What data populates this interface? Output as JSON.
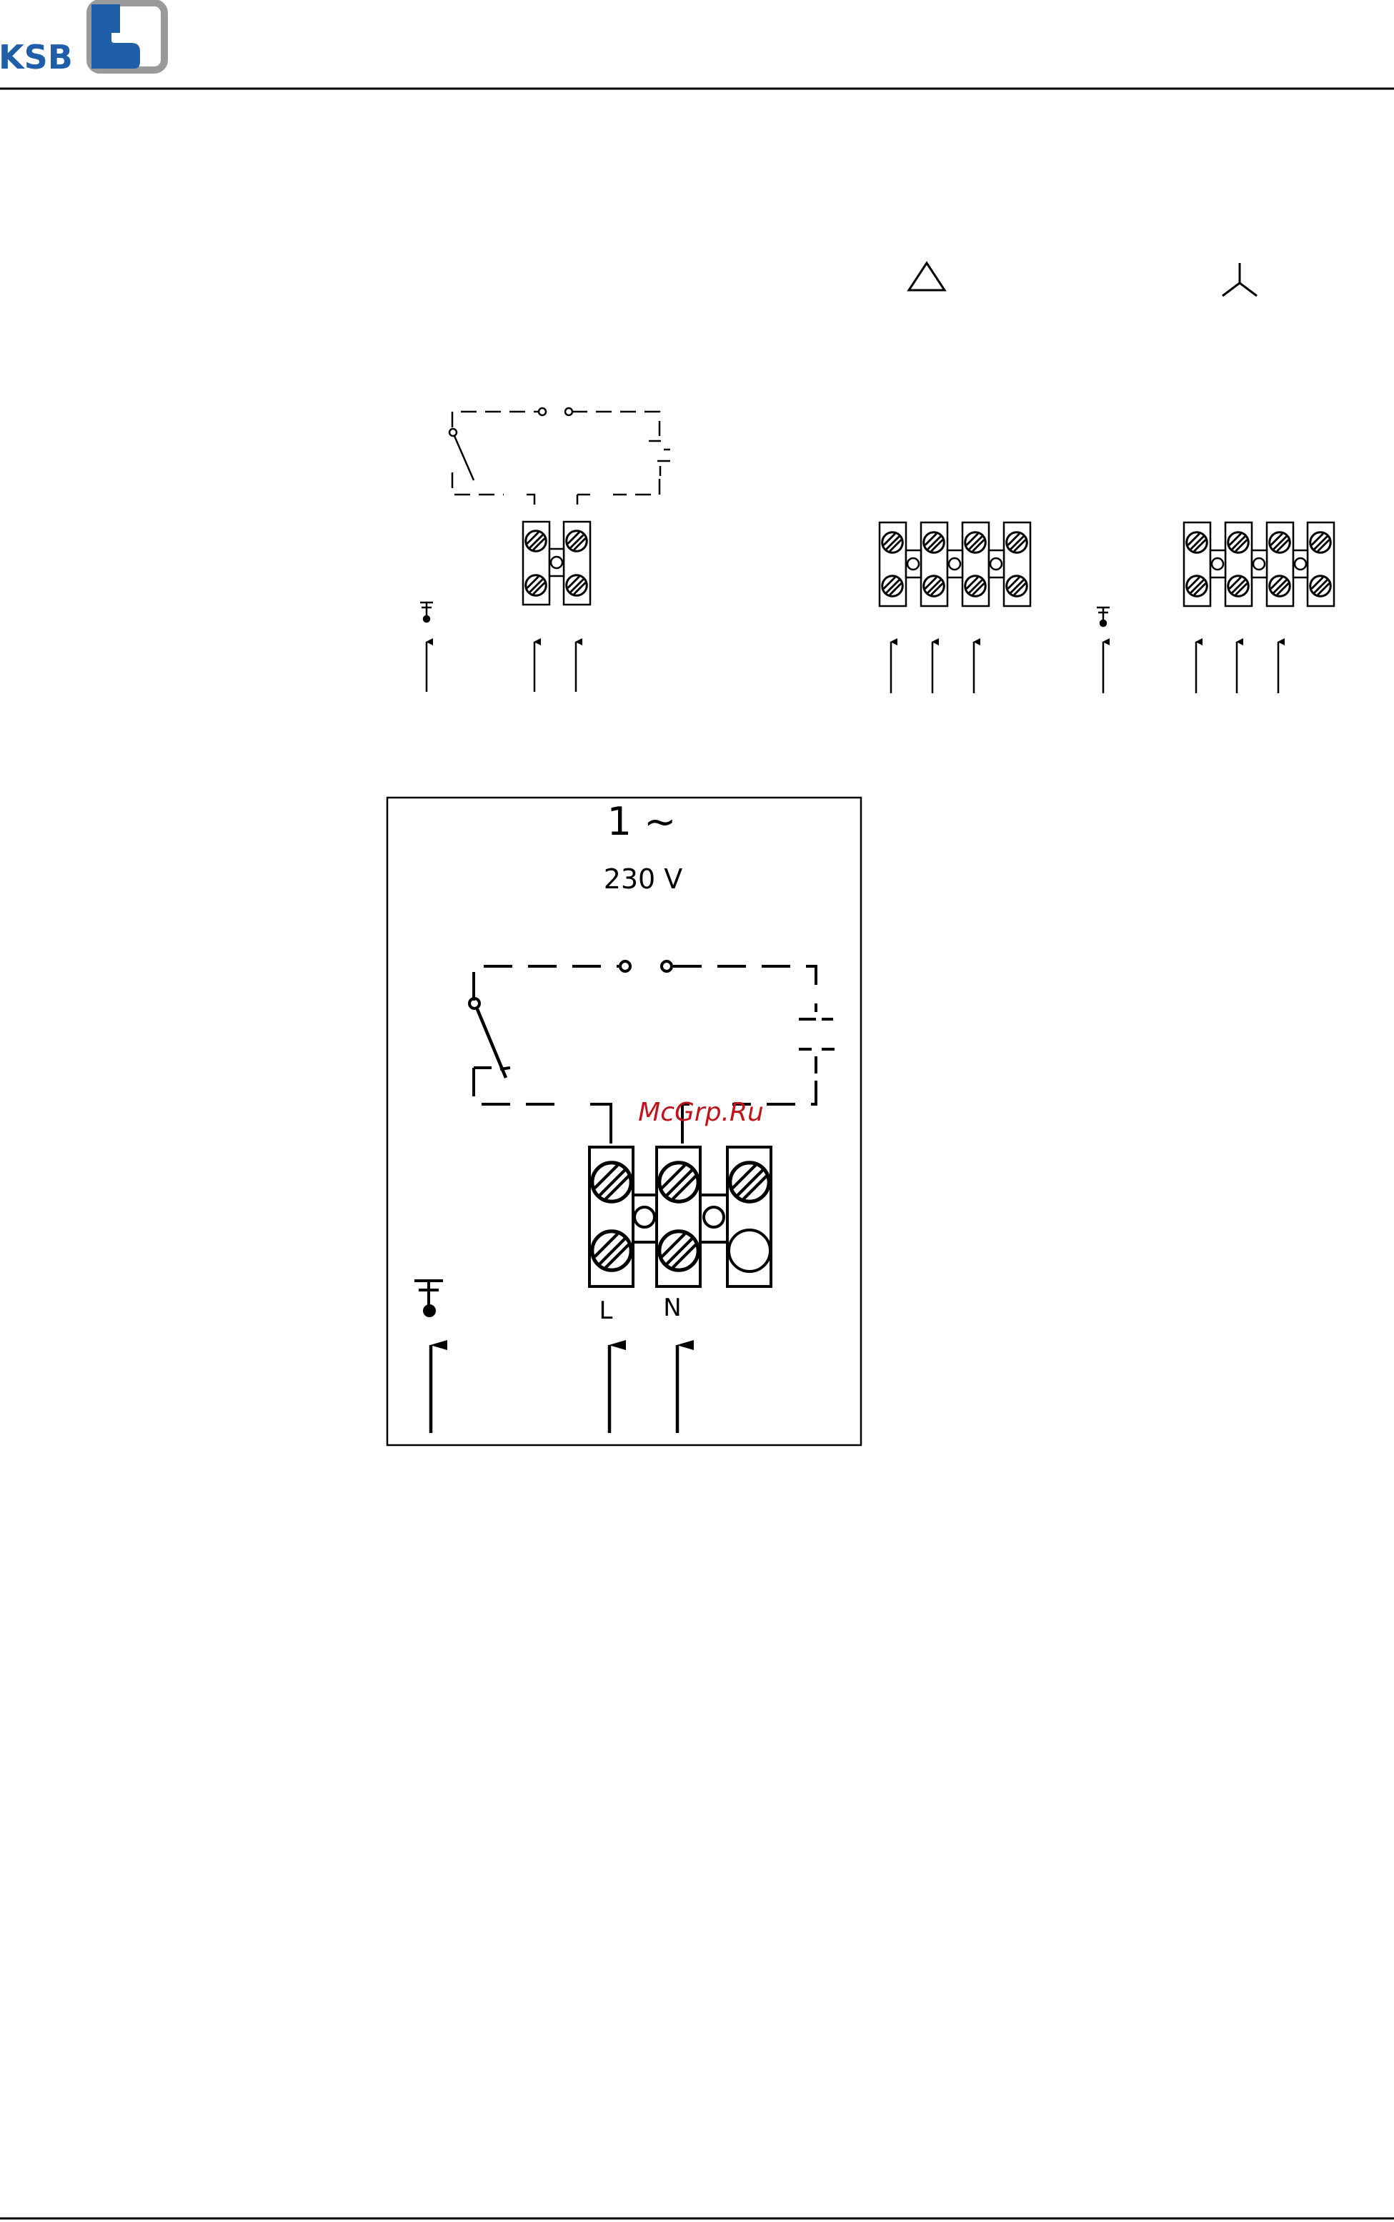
{
  "header": {
    "logo_text": "KSB",
    "brand_colors": {
      "blue": "#1f5ea8",
      "gray": "#9a9a9a"
    }
  },
  "symbols": {
    "delta": "△",
    "star": "Y"
  },
  "detail": {
    "phase_label": "1 ~",
    "voltage_label": "230 V",
    "terminal_L": "L",
    "terminal_N": "N"
  },
  "watermark": "McGrp.Ru"
}
